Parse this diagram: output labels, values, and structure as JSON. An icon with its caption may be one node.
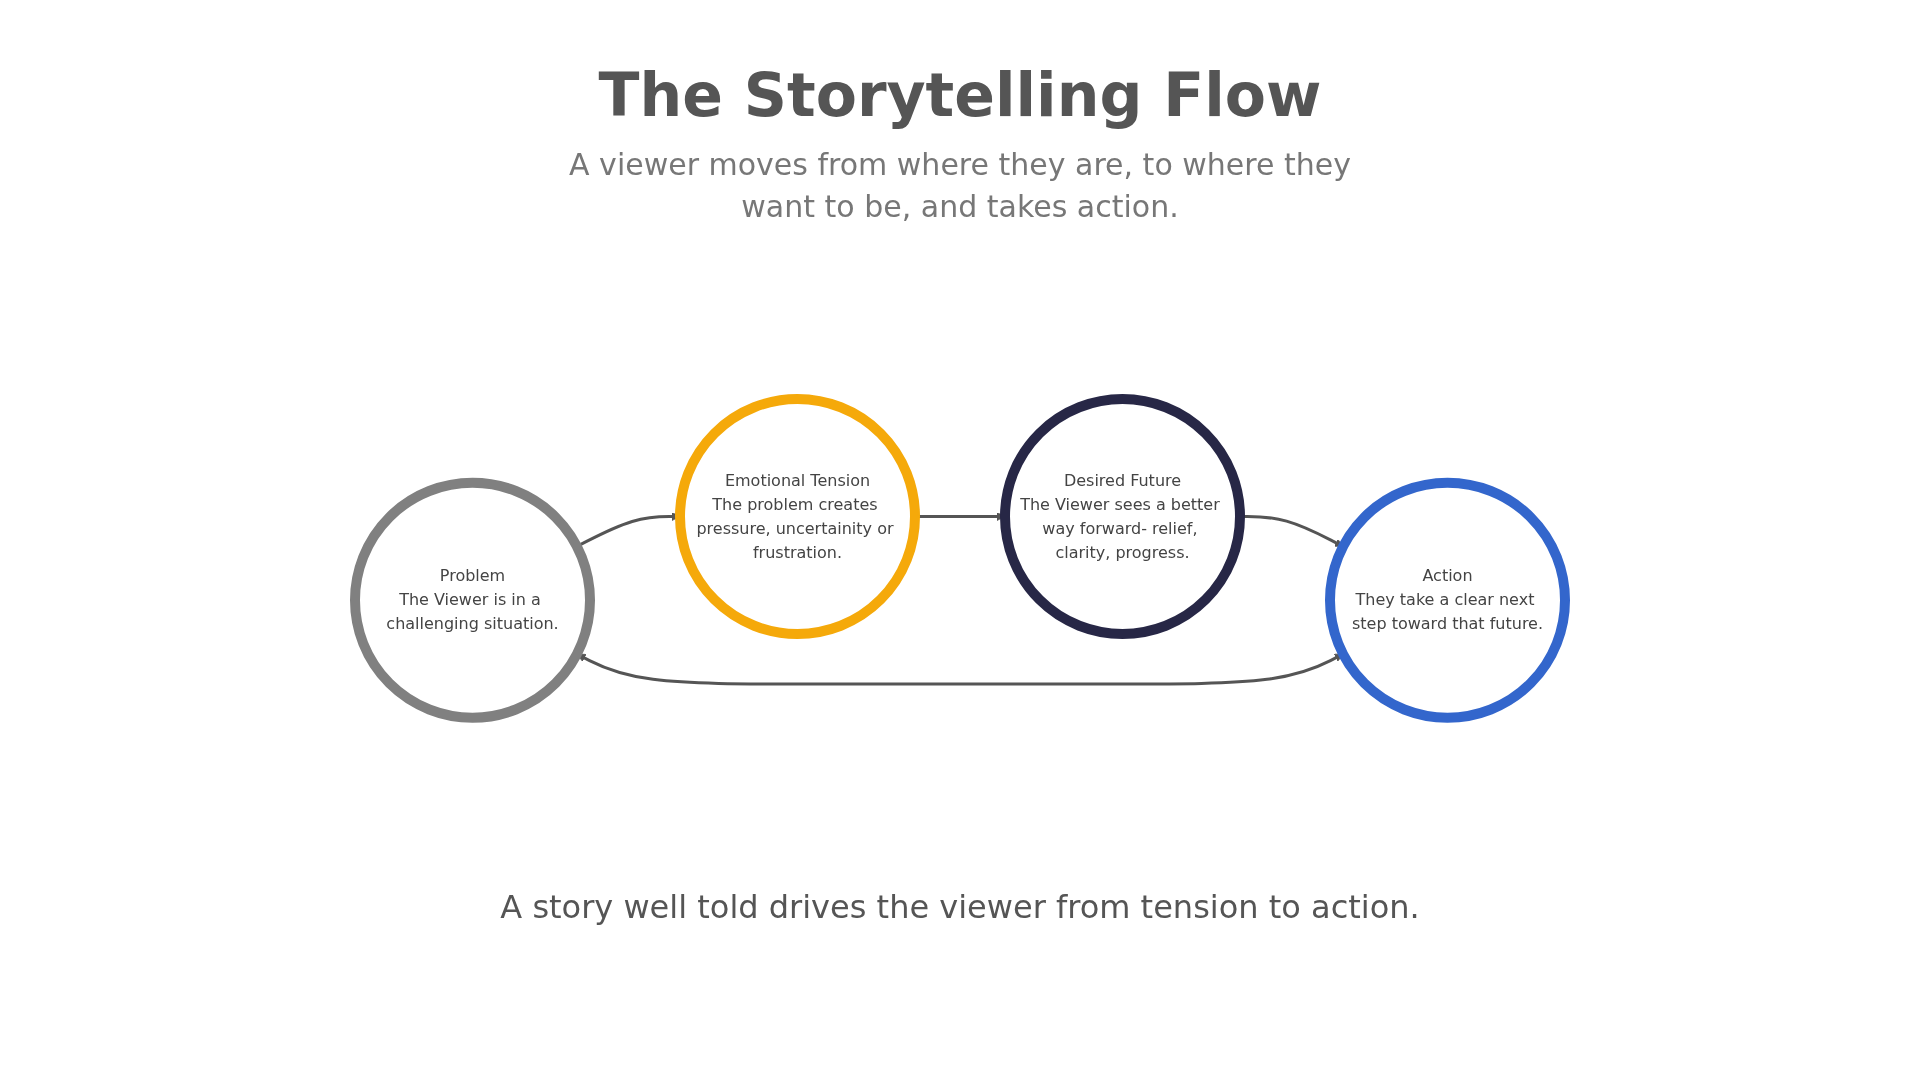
{
  "diagram": {
    "title": "The Storytelling Flow",
    "nodes": [
      {
        "text": [
          "Problem",
          "The Viewer is in a challenging situation."
        ]
      },
      {
        "text": [
          "Emotional Tension",
          "The problem creates pressure, uncertainity or frustration."
        ]
      },
      {
        "text": [
          "Desired Future",
          "The Viewer sees a better way forward- relief, clarity, progress."
        ]
      },
      {
        "text": [
          "Action",
          "They take a clear next step toward that future."
        ]
      }
    ],
    "edges": [
      {
        "from": 0,
        "to": 1,
        "arrow": "to"
      },
      {
        "from": 1,
        "to": 2,
        "arrow": "to"
      },
      {
        "from": 2,
        "to": 3,
        "arrow": "to"
      },
      {
        "from": 0,
        "to": 3,
        "arrow": "both"
      }
    ],
    "labels": [
      "A viewer moves from where they are, to where they want to be, and takes action."
    ],
    "caption": "A story well told drives the viewer from tension to action."
  }
}
